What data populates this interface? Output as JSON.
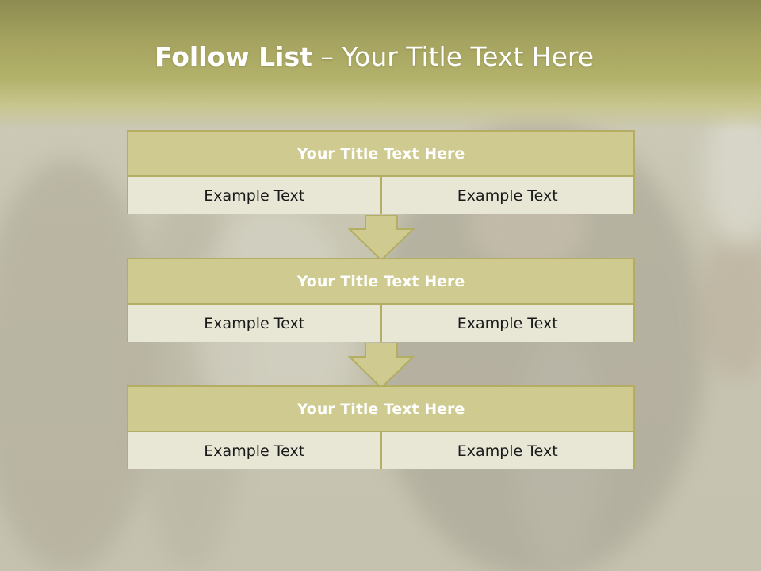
{
  "title": {
    "bold": "Follow List",
    "rest": " – Your Title Text Here"
  },
  "steps": [
    {
      "heading": "Your Title Text Here",
      "left": "Example Text",
      "right": "Example Text"
    },
    {
      "heading": "Your Title Text Here",
      "left": "Example Text",
      "right": "Example Text"
    },
    {
      "heading": "Your Title Text Here",
      "left": "Example Text",
      "right": "Example Text"
    }
  ],
  "colors": {
    "header_band": "#9c9a58",
    "box_header": "#cfcb90",
    "box_body": "#e8e7d6",
    "border": "#b3ae63"
  }
}
